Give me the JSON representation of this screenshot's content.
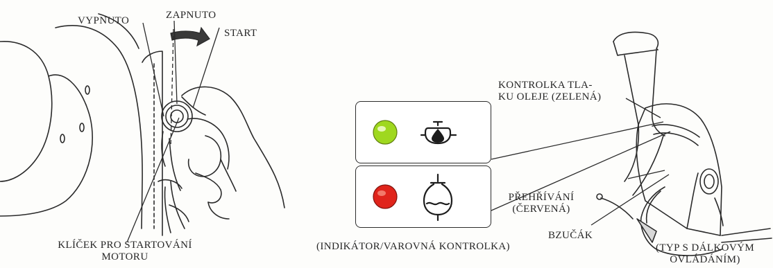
{
  "labels": {
    "off": "VYPNUTO",
    "on": "ZAPNUTO",
    "start": "START",
    "ignition_key_line1": "KLÍČEK PRO STARTOVÁNÍ",
    "ignition_key_line2": "MOTORU",
    "oil_pressure_line1": "KONTROLKA TLA-",
    "oil_pressure_line2": "KU OLEJE (ZELENÁ)",
    "overheat_line1": "PŘEHŘÍVÁNÍ",
    "overheat_line2": "(ČERVENÁ)",
    "buzzer": "BZUČÁK",
    "indicator": "(INDIKÁTOR/VAROVNÁ KONTROLKA)",
    "remote_type_line1": "(TYP S DÁLKOVÝM",
    "remote_type_line2": "OVLÁDÁNÍM)"
  },
  "lamps": {
    "oil_pressure_color": "#9fd81f",
    "overheat_color": "#e0241b"
  },
  "icons": [
    "oil-pressure-icon",
    "overheat-icon",
    "key-switch-icon",
    "remote-control-box-icon"
  ]
}
